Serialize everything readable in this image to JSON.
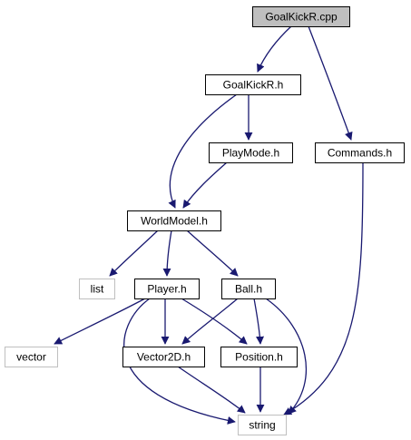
{
  "graph": {
    "nodes": [
      {
        "id": "goalkickr_cpp",
        "label": "GoalKickR.cpp",
        "style": "root"
      },
      {
        "id": "goalkickr_h",
        "label": "GoalKickR.h",
        "style": "normal"
      },
      {
        "id": "commands_h",
        "label": "Commands.h",
        "style": "normal"
      },
      {
        "id": "playmode_h",
        "label": "PlayMode.h",
        "style": "normal"
      },
      {
        "id": "worldmodel_h",
        "label": "WorldModel.h",
        "style": "normal"
      },
      {
        "id": "list",
        "label": "list",
        "style": "system"
      },
      {
        "id": "player_h",
        "label": "Player.h",
        "style": "normal"
      },
      {
        "id": "ball_h",
        "label": "Ball.h",
        "style": "normal"
      },
      {
        "id": "vector",
        "label": "vector",
        "style": "system"
      },
      {
        "id": "vector2d_h",
        "label": "Vector2D.h",
        "style": "normal"
      },
      {
        "id": "position_h",
        "label": "Position.h",
        "style": "normal"
      },
      {
        "id": "string",
        "label": "string",
        "style": "system"
      }
    ],
    "edges": [
      {
        "from": "goalkickr_cpp",
        "to": "goalkickr_h"
      },
      {
        "from": "goalkickr_cpp",
        "to": "commands_h"
      },
      {
        "from": "goalkickr_h",
        "to": "playmode_h"
      },
      {
        "from": "goalkickr_h",
        "to": "worldmodel_h"
      },
      {
        "from": "playmode_h",
        "to": "worldmodel_h"
      },
      {
        "from": "worldmodel_h",
        "to": "list"
      },
      {
        "from": "worldmodel_h",
        "to": "player_h"
      },
      {
        "from": "worldmodel_h",
        "to": "ball_h"
      },
      {
        "from": "player_h",
        "to": "vector"
      },
      {
        "from": "player_h",
        "to": "vector2d_h"
      },
      {
        "from": "player_h",
        "to": "position_h"
      },
      {
        "from": "player_h",
        "to": "string"
      },
      {
        "from": "ball_h",
        "to": "vector2d_h"
      },
      {
        "from": "ball_h",
        "to": "position_h"
      },
      {
        "from": "ball_h",
        "to": "string"
      },
      {
        "from": "vector2d_h",
        "to": "string"
      },
      {
        "from": "position_h",
        "to": "string"
      },
      {
        "from": "commands_h",
        "to": "string"
      }
    ]
  },
  "colors": {
    "edge": "#191970",
    "root_fill": "#bfbfbf",
    "node_border": "#000000",
    "system_border": "#bfbfbf",
    "text": "#000000"
  }
}
